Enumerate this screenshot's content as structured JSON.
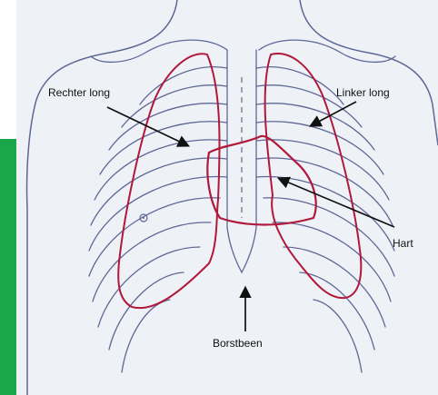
{
  "labels": {
    "right_lung": "Rechter long",
    "left_lung": "Linker long",
    "heart": "Hart",
    "sternum": "Borstbeen"
  },
  "colors": {
    "accent_bar": "#1aa64a",
    "outline": "#b0183c",
    "ribs": "#5e6796",
    "background": "#eef2f6"
  }
}
